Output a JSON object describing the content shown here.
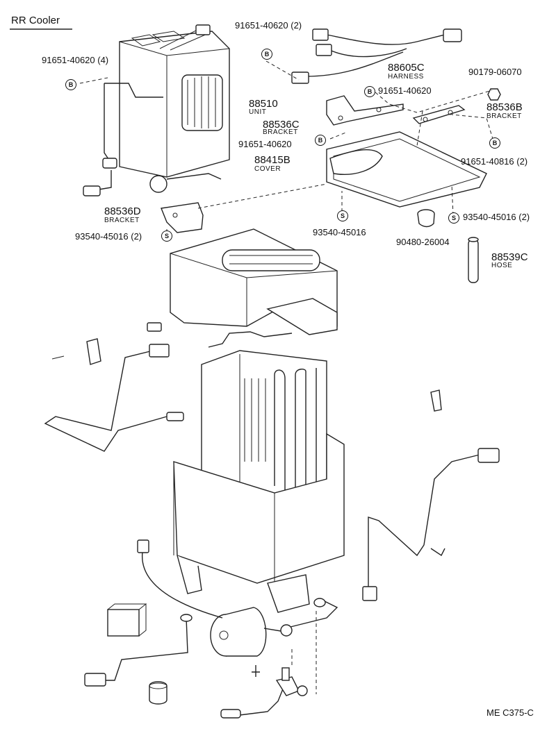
{
  "title": "RR  Cooler",
  "code": "ME  C375-C",
  "labels": {
    "p91651_40620_4": "91651-40620 (4)",
    "p91651_40620_2": "91651-40620 (2)",
    "p88605c": "88605C",
    "p88605c_sub": "HARNESS",
    "p90179_06070": "90179-06070",
    "p91651_40620_a": "91651-40620",
    "p88510": "88510",
    "p88510_sub": "UNIT",
    "p88536c": "88536C",
    "p88536c_sub": "BRACKET",
    "p88536b": "88536B",
    "p88536b_sub": "BRACKET",
    "p91651_40620_b": "91651-40620",
    "p88415b": "88415B",
    "p88415b_sub": "COVER",
    "p91651_40816_2": "91651-40816 (2)",
    "p88536d": "88536D",
    "p88536d_sub": "BRACKET",
    "p93540_45016_2a": "93540-45016 (2)",
    "p93540_45016": "93540-45016",
    "p90480_26004": "90480-26004",
    "p93540_45016_2b": "93540-45016 (2)",
    "p88539c": "88539C",
    "p88539c_sub": "HOSE"
  },
  "markers": {
    "b": "B",
    "s": "S"
  }
}
